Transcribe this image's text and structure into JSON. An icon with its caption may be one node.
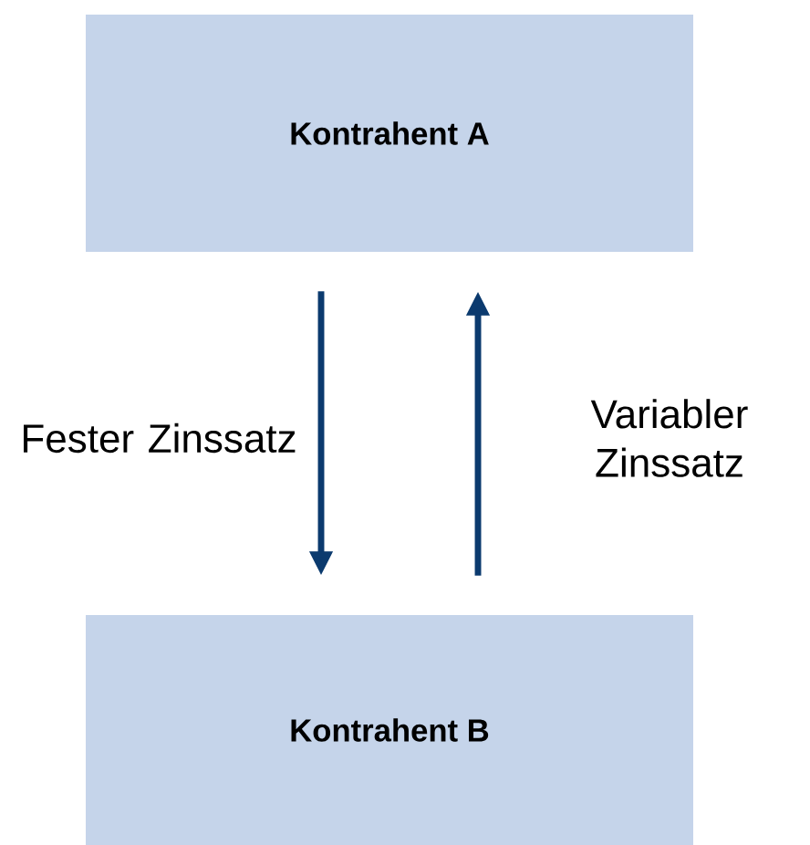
{
  "diagram": {
    "nodes": [
      {
        "text": [
          "Kontrahent A"
        ]
      },
      {
        "text": [
          "Kontrahent B"
        ]
      }
    ],
    "edges": [
      {
        "from": 0,
        "to": 1,
        "arrow": "to",
        "label": "Fester Zinssatz"
      },
      {
        "from": 1,
        "to": 0,
        "arrow": "to",
        "label": "Variabler Zinssatz"
      }
    ]
  }
}
